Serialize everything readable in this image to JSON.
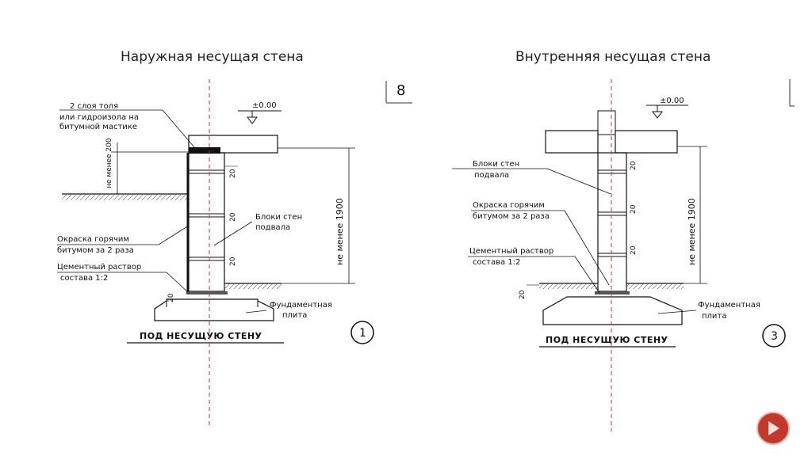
{
  "slide": {
    "title_left": "Наружная несущая стена",
    "title_right": "Внутренняя несущая стена",
    "page_mark": "8",
    "accent_color": "#c0392b"
  },
  "left": {
    "level": "±0.00",
    "label_waterproof_1": "2 слоя толя",
    "label_waterproof_2": "или гидроизола на",
    "label_waterproof_3": "битумной мастике",
    "dim_min200": "не менее 200",
    "dim_min1900": "не менее 1900",
    "dim_20a": "20",
    "dim_20b": "20",
    "dim_20c": "20",
    "label_blocks_1": "Блоки стен",
    "label_blocks_2": "подвала",
    "label_paint_1": "Окраска горячим",
    "label_paint_2": "битумом за 2 раза",
    "label_mortar_1": "Цементный раствор",
    "label_mortar_2": "состава 1:2",
    "label_slab_1": "Фундаментная",
    "label_slab_2": "плита",
    "dim_20d": "20",
    "caption": "ПОД НЕСУЩУЮ СТЕНУ",
    "number": "1"
  },
  "right": {
    "level": "±0.00",
    "label_blocks_1": "Блоки стен",
    "label_blocks_2": "подвала",
    "label_paint_1": "Окраска горячим",
    "label_paint_2": "битумом за 2 раза",
    "label_mortar_1": "Цементный раствор",
    "label_mortar_2": "состава 1:2",
    "dim_20a": "20",
    "dim_20b": "20",
    "dim_20c": "20",
    "dim_20d": "20",
    "dim_min1900": "не менее 1900",
    "label_slab_1": "Фундаментная",
    "label_slab_2": "плита",
    "caption": "ПОД НЕСУЩУЮ СТЕНУ",
    "number": "3"
  }
}
